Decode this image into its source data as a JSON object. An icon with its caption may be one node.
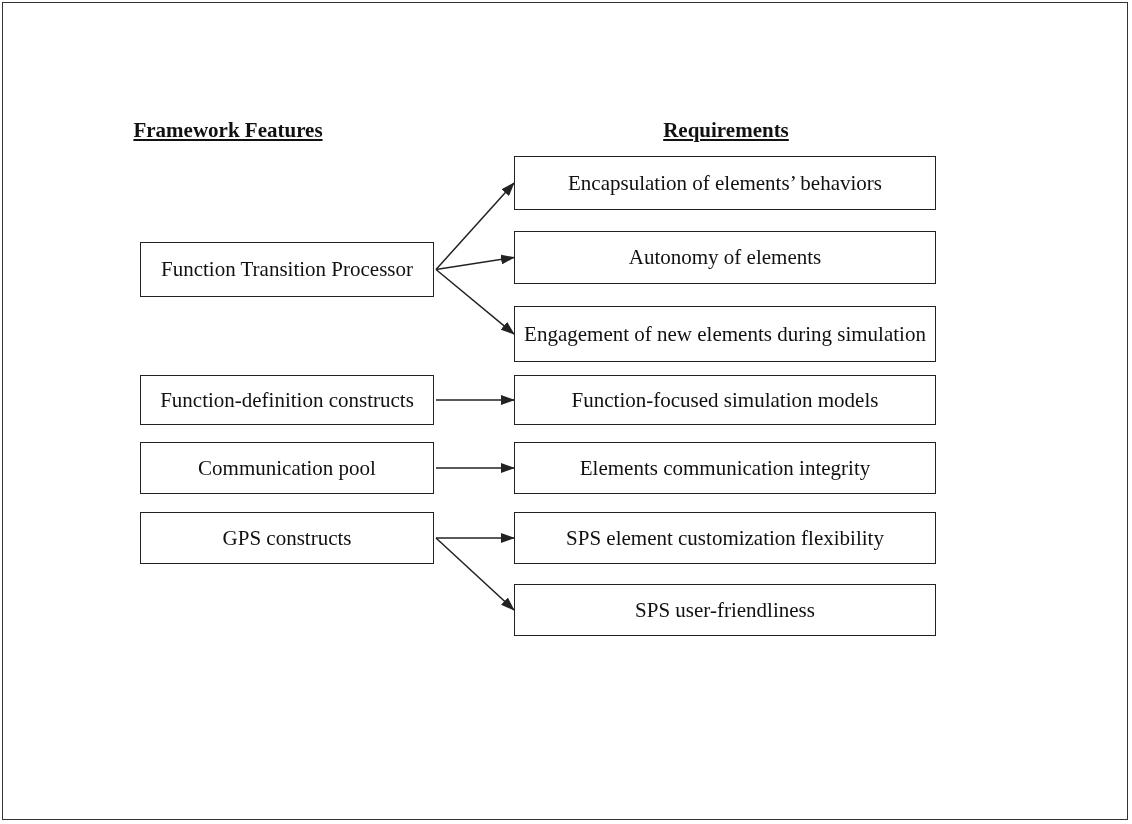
{
  "diagram": {
    "nodes": [
      {
        "text": [
          "Function Transition Processor"
        ]
      },
      {
        "text": [
          "Encapsulation of elements’ behaviors"
        ]
      },
      {
        "text": [
          "Autonomy of elements"
        ]
      },
      {
        "text": [
          "Engagement of new elements during simulation"
        ]
      },
      {
        "text": [
          "Function-definition constructs"
        ]
      },
      {
        "text": [
          "Function-focused simulation models"
        ]
      },
      {
        "text": [
          "Communication pool"
        ]
      },
      {
        "text": [
          "Elements communication integrity"
        ]
      },
      {
        "text": [
          "GPS constructs"
        ]
      },
      {
        "text": [
          "SPS element customization flexibility"
        ]
      },
      {
        "text": [
          "SPS user-friendliness"
        ]
      }
    ],
    "edges": [
      {
        "from": 0,
        "to": 1,
        "arrow": "to"
      },
      {
        "from": 0,
        "to": 2,
        "arrow": "to"
      },
      {
        "from": 0,
        "to": 3,
        "arrow": "to"
      },
      {
        "from": 4,
        "to": 5,
        "arrow": "to"
      },
      {
        "from": 6,
        "to": 7,
        "arrow": "to"
      },
      {
        "from": 8,
        "to": 9,
        "arrow": "to"
      },
      {
        "from": 8,
        "to": 10,
        "arrow": "to"
      }
    ],
    "labels": [
      "Framework Features",
      "Requirements"
    ]
  }
}
